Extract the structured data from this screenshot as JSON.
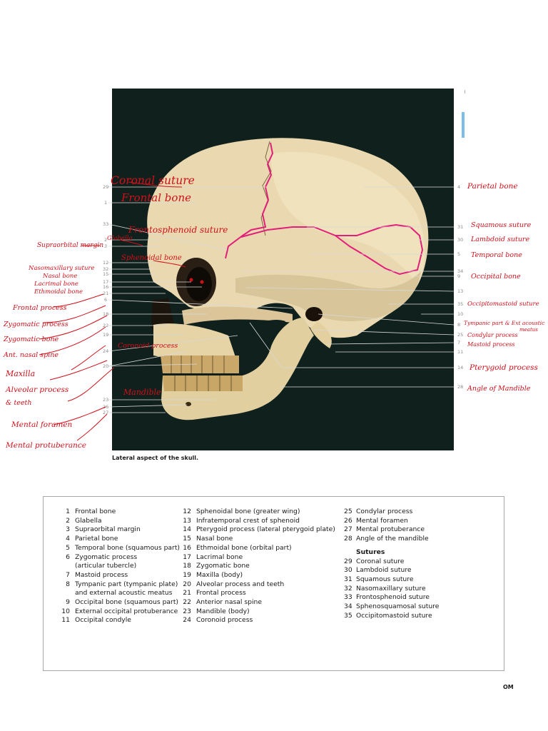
{
  "figure": {
    "caption": "Lateral aspect of the skull.",
    "left_numbers": [
      "29",
      "1",
      "33",
      "2",
      "3",
      "12",
      "32",
      "15",
      "17",
      "16",
      "21",
      "6",
      "18",
      "22",
      "19",
      "24",
      "20",
      "23",
      "26",
      "27"
    ],
    "right_numbers": [
      "4",
      "31",
      "30",
      "5",
      "34",
      "9",
      "13",
      "35",
      "10",
      "8",
      "25",
      "7",
      "11",
      "14",
      "28"
    ],
    "handwritten": {
      "coronal": "Coronal suture",
      "frontal": "Frontal bone",
      "frontosphenoid": "Frontosphenoid suture",
      "glabella": "Glabella",
      "supraorbital": "Supraorbital margin",
      "sphenoid": "Sphenoidal bone",
      "nasomaxillary": "Nasomaxillary suture",
      "nasal": "Nasal bone",
      "lacrimal": "Lacrimal bone",
      "ethmoid": "Ethmoidal bone",
      "frontal_process": "Frontal process",
      "zygomatic_process": "Zygomatic process",
      "zygomatic_bone": "Zygomatic bone",
      "nasal_spine": "Ant. nasal spine",
      "maxilla": "Maxilla",
      "alveolar": "Alveolar process",
      "teeth": "& teeth",
      "coronoid": "Coronoid process",
      "mandible": "Mandible",
      "mental_foramen": "Mental foramen",
      "mental_protuberance": "Mental protuberance",
      "parietal": "Parietal bone",
      "squamous": "Squamous suture",
      "lambdoid": "Lambdoid suture",
      "temporal": "Temporal bone",
      "occipital": "Occipital bone",
      "occipitomastoid": "Occipitomastoid suture",
      "tympanic_a": "Tympanic part & Ext acoustic",
      "tympanic_b": "meatus",
      "condylar": "Condylar process",
      "mastoid": "Mastoid process",
      "pterygoid": "Pterygoid process",
      "angle": "Angle of Mandible"
    }
  },
  "legend": {
    "col1": [
      {
        "n": "1",
        "t": "Frontal bone"
      },
      {
        "n": "2",
        "t": "Glabella"
      },
      {
        "n": "3",
        "t": "Supraorbital margin"
      },
      {
        "n": "4",
        "t": "Parietal bone"
      },
      {
        "n": "5",
        "t": "Temporal bone (squamous part)"
      },
      {
        "n": "6",
        "t": "Zygomatic process"
      },
      {
        "n": "",
        "t": "(articular tubercle)"
      },
      {
        "n": "7",
        "t": "Mastoid process"
      },
      {
        "n": "8",
        "t": "Tympanic part (tympanic plate)"
      },
      {
        "n": "",
        "t": "and external acoustic meatus"
      },
      {
        "n": "9",
        "t": "Occipital bone (squamous part)"
      },
      {
        "n": "10",
        "t": "External occipital protuberance"
      },
      {
        "n": "11",
        "t": "Occipital condyle"
      }
    ],
    "col2": [
      {
        "n": "12",
        "t": "Sphenoidal bone (greater wing)"
      },
      {
        "n": "13",
        "t": "Infratemporal crest of sphenoid"
      },
      {
        "n": "14",
        "t": "Pterygoid process (lateral pterygoid plate)"
      },
      {
        "n": "15",
        "t": "Nasal bone"
      },
      {
        "n": "16",
        "t": "Ethmoidal bone (orbital part)"
      },
      {
        "n": "17",
        "t": "Lacrimal bone"
      },
      {
        "n": "18",
        "t": "Zygomatic bone"
      },
      {
        "n": "19",
        "t": "Maxilla (body)"
      },
      {
        "n": "20",
        "t": "Alveolar process and teeth"
      },
      {
        "n": "21",
        "t": "Frontal process"
      },
      {
        "n": "22",
        "t": "Anterior nasal spine"
      },
      {
        "n": "23",
        "t": "Mandible (body)"
      },
      {
        "n": "24",
        "t": "Coronoid process"
      }
    ],
    "col3": [
      {
        "n": "25",
        "t": "Condylar process"
      },
      {
        "n": "26",
        "t": "Mental foramen"
      },
      {
        "n": "27",
        "t": "Mental protuberance"
      },
      {
        "n": "28",
        "t": "Angle of the mandible"
      }
    ],
    "sutures_title": "Sutures",
    "sutures": [
      {
        "n": "29",
        "t": "Coronal suture"
      },
      {
        "n": "30",
        "t": "Lambdoid suture"
      },
      {
        "n": "31",
        "t": "Squamous suture"
      },
      {
        "n": "32",
        "t": "Nasomaxillary suture"
      },
      {
        "n": "33",
        "t": "Frontosphenoid suture"
      },
      {
        "n": "34",
        "t": "Sphenosquamosal suture"
      },
      {
        "n": "35",
        "t": "Occipitomastoid suture"
      }
    ]
  },
  "footer": "OM"
}
